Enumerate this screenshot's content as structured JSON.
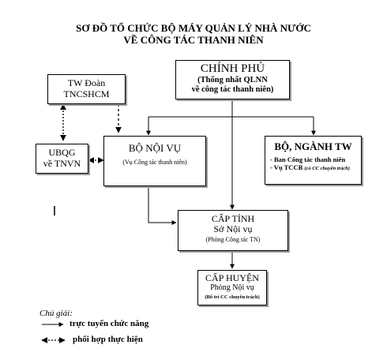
{
  "title": {
    "line1": "SƠ ĐỒ TỔ CHỨC BỘ MÁY QUẢN LÝ NHÀ NƯỚC",
    "line2": "VỀ CÔNG TÁC THANH NIÊN"
  },
  "nodes": {
    "chinh_phu": {
      "name": "CHÍNH PHỦ",
      "sub1": "(Thống nhất QLNN",
      "sub2": "về công tác thanh niên)"
    },
    "tw_doan": {
      "line1": "TW Đoàn",
      "line2": "TNCSHCM"
    },
    "ubqg": {
      "line1": "UBQG",
      "line2": "về TNVN"
    },
    "bo_noi_vu": {
      "name": "BỘ NỘI VỤ",
      "sub": "(Vụ Công tác thanh niên)"
    },
    "bo_nganh": {
      "name": "BỘ, NGÀNH TW",
      "item1": "- Ban Công tác thanh niên",
      "item2": "- Vụ TCCB",
      "item2_note": "(có CC chuyên trách)"
    },
    "cap_tinh": {
      "name": "CẤP TỈNH",
      "sub1": "Sở Nội vụ",
      "sub2": "(Phòng Công tác TN)"
    },
    "cap_huyen": {
      "name": "CẤP HUYỆN",
      "sub1": "Phòng Nội vụ",
      "sub2": "(Bố trí CC chuyên trách)"
    }
  },
  "legend": {
    "title": "Chú giải:",
    "solid": "trực tuyến chức năng",
    "dotted": "phối hợp thực hiện"
  },
  "stray_mark": "I"
}
